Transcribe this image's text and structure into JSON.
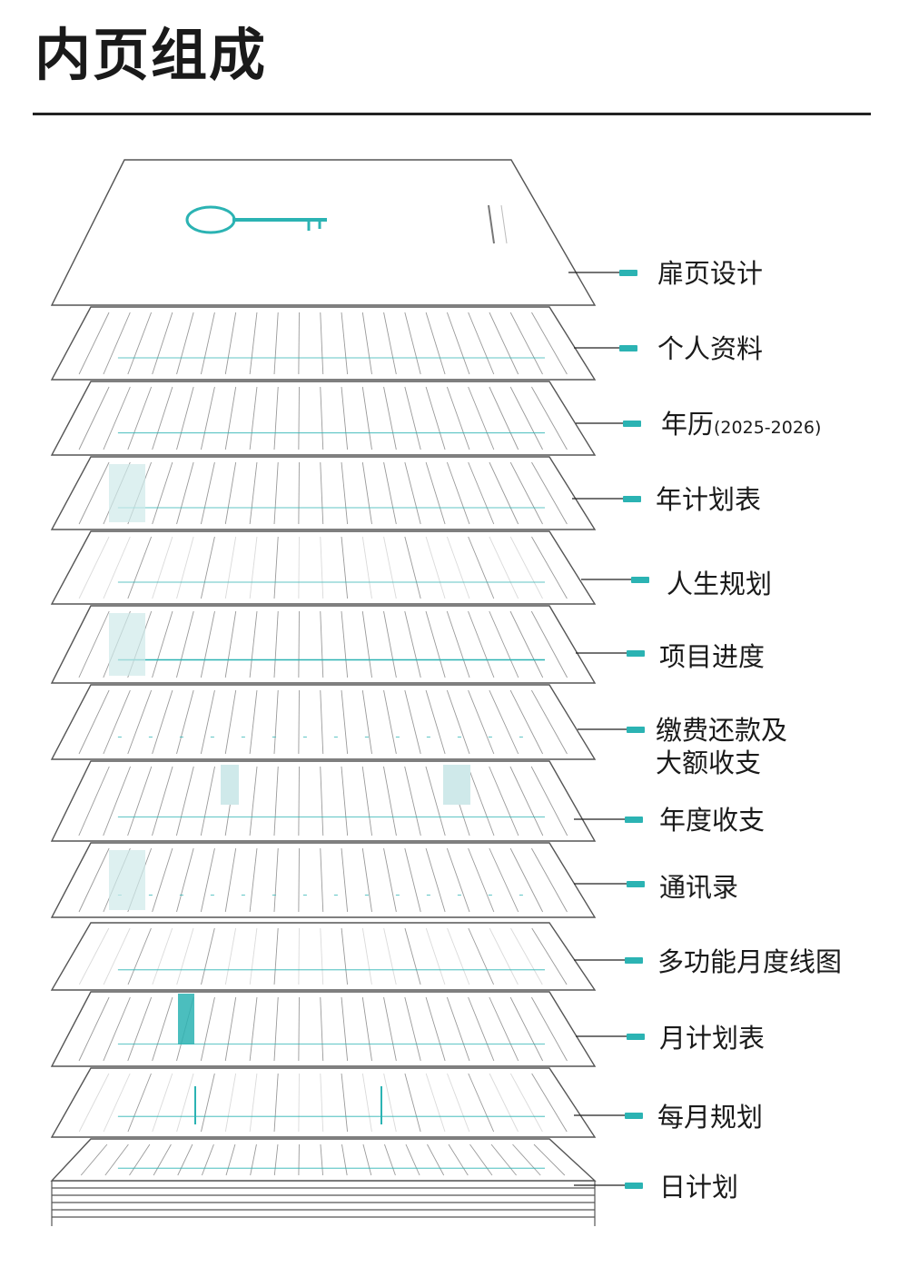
{
  "header": {
    "title": "内页组成"
  },
  "colors": {
    "accent": "#2bb3b3",
    "line": "#222222",
    "sheet_edge": "#555555"
  },
  "sections": [
    {
      "label": "扉页设计"
    },
    {
      "label": "个人资料"
    },
    {
      "label": "年历",
      "sub": "(2025-2026)"
    },
    {
      "label": "年计划表"
    },
    {
      "label": "人生规划"
    },
    {
      "label": "项目进度"
    },
    {
      "label": "缴费还款及",
      "label_line2": "大额收支"
    },
    {
      "label": "年度收支"
    },
    {
      "label": "通讯录"
    },
    {
      "label": "多功能月度线图"
    },
    {
      "label": "月计划表"
    },
    {
      "label": "每月规划"
    },
    {
      "label": "日计划"
    }
  ]
}
